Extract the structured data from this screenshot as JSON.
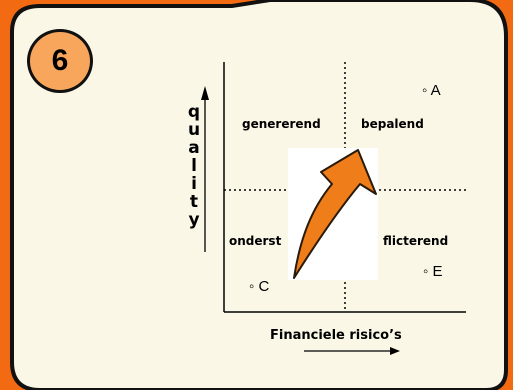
{
  "slide_number": "6",
  "axis": {
    "y_label": [
      "q",
      "u",
      "a",
      "l",
      "i",
      "t",
      "y"
    ],
    "x_label": "Financiele risico’s"
  },
  "quadrants": {
    "top_left": "genererend",
    "top_right": "bepalend",
    "bottom_left": "onderst",
    "bottom_right": "flicterend"
  },
  "points": {
    "A": "◦ A",
    "C": "◦ C",
    "E": "◦ E"
  },
  "colors": {
    "background": "#f26a12",
    "panel": "#faf7e6",
    "badge": "#f7a65c",
    "arrow": "#ee7d1a"
  },
  "icons": [
    "arrow-up-right-icon",
    "arrow-right-icon",
    "arrow-up-icon"
  ]
}
